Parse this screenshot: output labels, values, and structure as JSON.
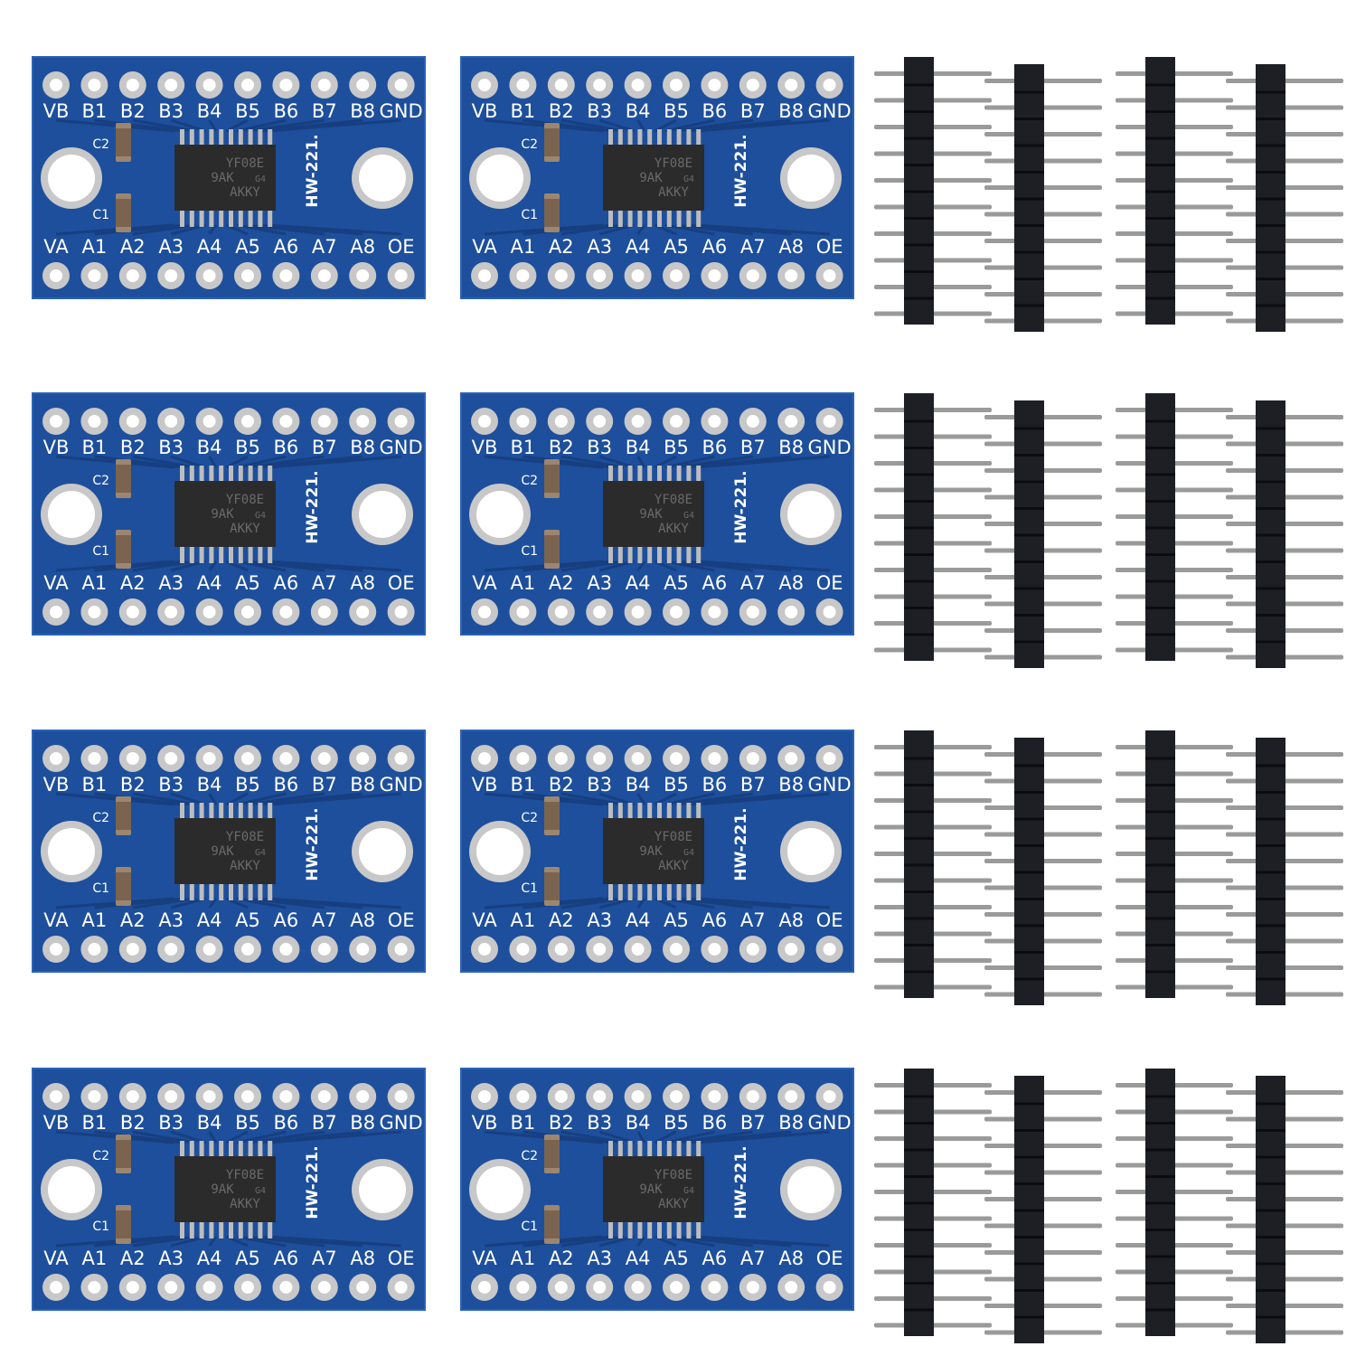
{
  "board": {
    "top_labels": [
      "VB",
      "B1",
      "B2",
      "B3",
      "B4",
      "B5",
      "B6",
      "B7",
      "B8",
      "GND"
    ],
    "bottom_labels": [
      "VA",
      "A1",
      "A2",
      "A3",
      "A4",
      "A5",
      "A6",
      "A7",
      "A8",
      "OE"
    ],
    "cap_top": "C2",
    "cap_bottom": "C1",
    "model": "HW-221.",
    "chip_lines": [
      "YF08E",
      "9AK",
      "AKKY"
    ],
    "chip_suffix": "G4",
    "count": 8,
    "colors": {
      "pcb": "#1d4f9c",
      "pcb_edge": "#2a62b8",
      "pad": "#c8c8c8",
      "chip": "#2b2b2b",
      "silkscreen": "#ffffff"
    }
  },
  "headers": {
    "count": 16,
    "pins_each": 10,
    "colors": {
      "body": "#1e1f24",
      "pin": "#9a9a9a"
    }
  }
}
